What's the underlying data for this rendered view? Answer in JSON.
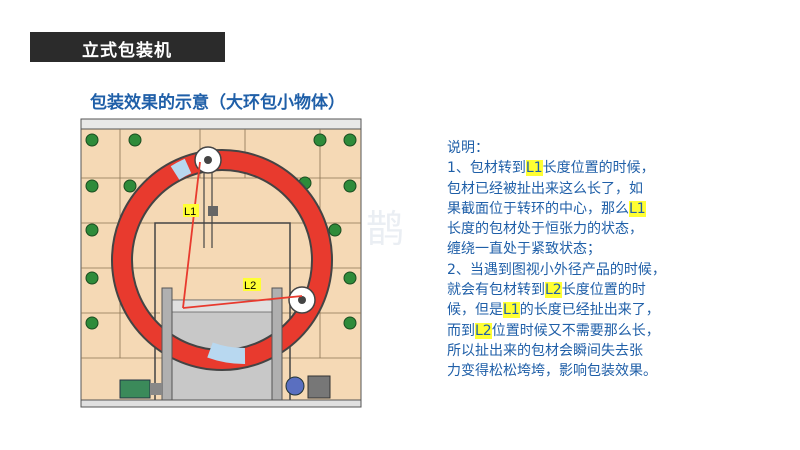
{
  "header": {
    "title": "立式包装机"
  },
  "subtitle": "包装效果的示意（大环包小物体）",
  "diagram": {
    "label_l1": "L1",
    "label_l2": "L2",
    "watermark": "喜 鹊"
  },
  "explanation": {
    "lines": [
      [
        {
          "t": "说明："
        }
      ],
      [
        {
          "t": "1、包材转到"
        },
        {
          "t": "L1",
          "hl": true
        },
        {
          "t": "长度位置的时候，"
        }
      ],
      [
        {
          "t": "包材已经被扯出来这么长了，如"
        }
      ],
      [
        {
          "t": "果截面位于转环的中心，那么"
        },
        {
          "t": "L1",
          "hl": true
        }
      ],
      [
        {
          "t": "长度的包材处于恒张力的状态，"
        }
      ],
      [
        {
          "t": "缠绕一直处于紧致状态；"
        }
      ],
      [
        {
          "t": "2、当遇到图视小外径产品的时候，"
        }
      ],
      [
        {
          "t": "就会有包材转到"
        },
        {
          "t": "L2",
          "hl": true
        },
        {
          "t": "长度位置的时"
        }
      ],
      [
        {
          "t": "候，但是"
        },
        {
          "t": "L1",
          "hl": true
        },
        {
          "t": "的长度已经扯出来了，"
        }
      ],
      [
        {
          "t": "而到"
        },
        {
          "t": "L2",
          "hl": true
        },
        {
          "t": "位置时候又不需要那么长，"
        }
      ],
      [
        {
          "t": "所以扯出来的包材会瞬间失去张"
        }
      ],
      [
        {
          "t": "力变得松松垮垮，影响包装效果。"
        }
      ]
    ]
  },
  "colors": {
    "accent": "#1f5fa8",
    "highlight": "#ffff33",
    "ring": "#e83a2e",
    "frame": "#f5d9b5"
  }
}
